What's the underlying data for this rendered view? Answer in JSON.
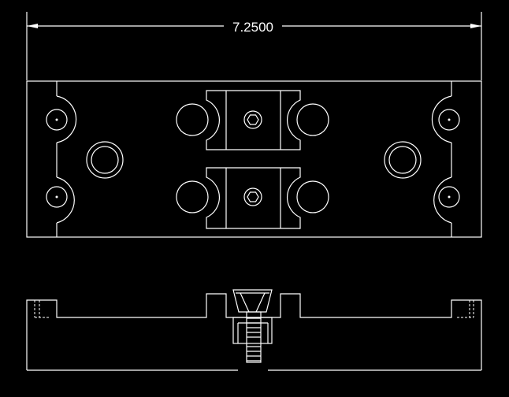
{
  "dimension": {
    "label": "7.2500"
  },
  "colors": {
    "background": "#000000",
    "lines": "#ffffff"
  },
  "views": [
    "top-view",
    "front-section-view"
  ]
}
